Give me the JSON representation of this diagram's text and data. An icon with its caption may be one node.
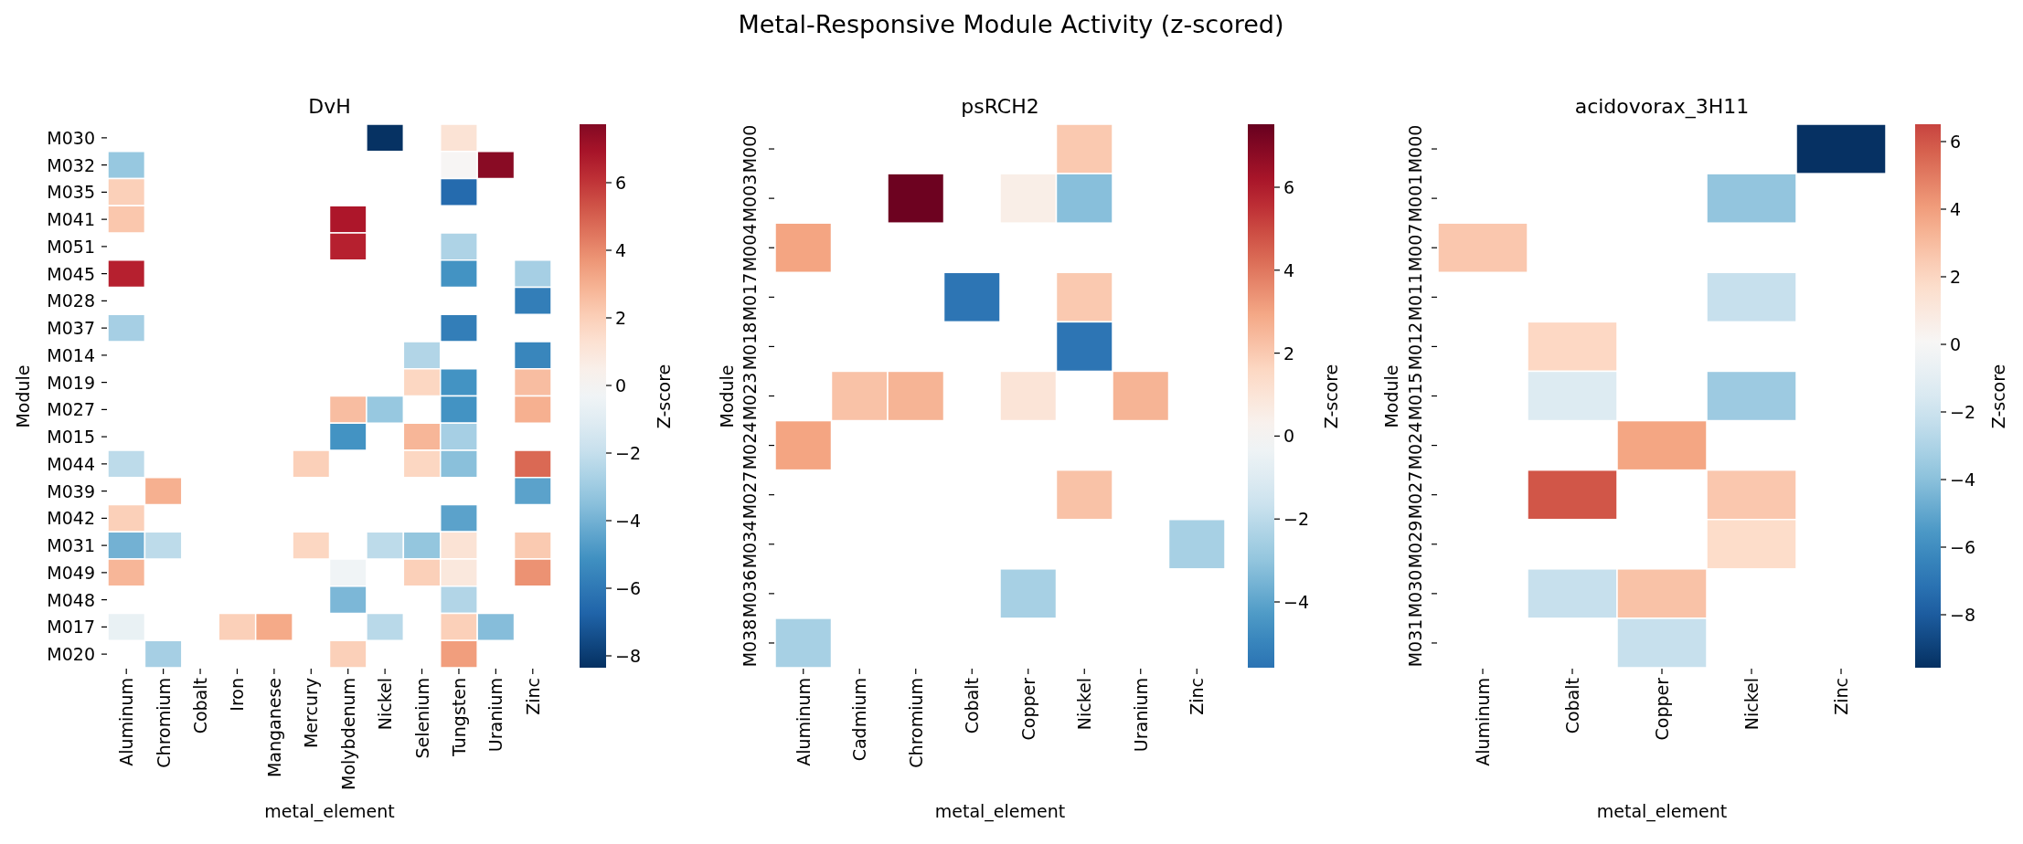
{
  "diagram": {
    "title": "Metal-Responsive Module Activity (z-scored)",
    "labels": [
      "DvH",
      "Module",
      "M030",
      "M032",
      "M035",
      "M041",
      "M051",
      "M045",
      "M028",
      "M037",
      "M014",
      "M019",
      "M027",
      "M015",
      "M044",
      "M039",
      "M042",
      "M031",
      "M049",
      "M048",
      "M017",
      "M020",
      "Aluminum",
      "Chromium",
      "Cobalt",
      "Iron",
      "Manganese",
      "Mercury",
      "Molybdenum",
      "Nickel",
      "Selenium",
      "Tungsten",
      "Uranium",
      "Zinc",
      "metal_element",
      "Z-score",
      "6",
      "4",
      "2",
      "0",
      "−2",
      "−4",
      "−6",
      "−8",
      "psRCH2",
      "Module",
      "M000",
      "M003",
      "M004",
      "M017",
      "M018",
      "M023",
      "M024",
      "M027",
      "M034",
      "M036",
      "M038",
      "Aluminum",
      "Cadmium",
      "Chromium",
      "Cobalt",
      "Copper",
      "Nickel",
      "Uranium",
      "Zinc",
      "metal_element",
      "Z-score",
      "6",
      "4",
      "2",
      "0",
      "−2",
      "−4",
      "acidovorax_3H11",
      "Module",
      "M000",
      "M001",
      "M007",
      "M011",
      "M012",
      "M015",
      "M024",
      "M027",
      "M029",
      "M030",
      "M031",
      "Aluminum",
      "Cobalt",
      "Copper",
      "Nickel",
      "Zinc",
      "metal_element",
      "Z-score",
      "6",
      "4",
      "2",
      "0",
      "−2",
      "−4",
      "−6",
      "−8"
    ]
  }
}
